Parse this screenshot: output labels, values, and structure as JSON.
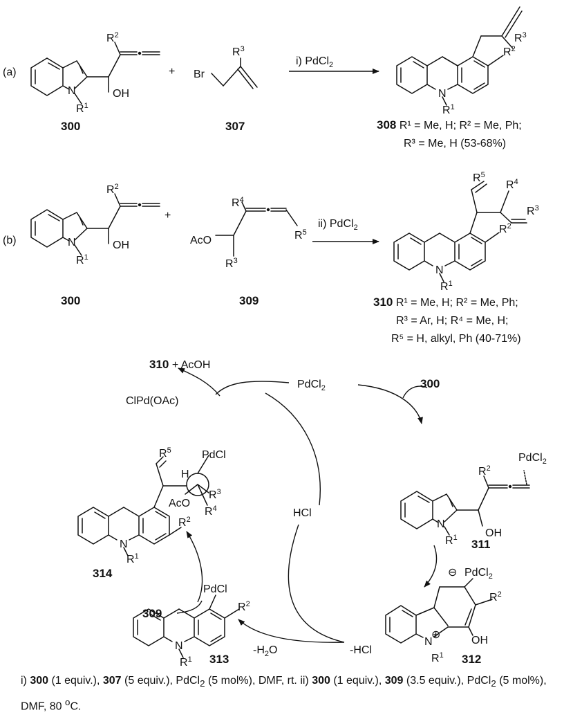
{
  "scheme": {
    "label_a": "(a)",
    "label_b": "(b)",
    "plus": "+",
    "reagent_i": "i) PdCl",
    "reagent_ii": "ii) PdCl",
    "subscript_2": "2",
    "compounds": {
      "c300": "300",
      "c307": "307",
      "c308": "308",
      "c309": "309",
      "c310": "310",
      "c311": "311",
      "c312": "312",
      "c313": "313",
      "c314": "314"
    },
    "atoms": {
      "N": "N",
      "R": "R",
      "OH": "OH",
      "Br": "Br",
      "AcO": "AcO",
      "H": "H",
      "PdCl": "PdCl",
      "PdCl2": "PdCl"
    },
    "product_308_line1": " R¹ = Me, H; R² = Me, Ph;",
    "product_308_line2": "R³ = Me, H (53-68%)",
    "product_310_line1": " R¹ = Me, H; R² = Me, Ph;",
    "product_310_line2": "R³ = Ar, H; R⁴ = Me, H;",
    "product_310_line3": "R⁵ = H, alkyl, Ph (40-71%)",
    "cycle": {
      "out_product": "310 + AcOH",
      "catalyst": "PdCl",
      "clpd": "ClPd(OAc)",
      "hcl": "HCl",
      "minus_hcl": "-HCl",
      "minus_h2o": "-H",
      "minus_h2o_tail": "O",
      "charge_minus": "⊖",
      "charge_plus": "⊕"
    },
    "conditions": {
      "part1": "i) ",
      "c300": "300",
      "part2": " (1 equiv.), ",
      "c307": "307",
      "part3": " (5 equiv.), PdCl",
      "part4": " (5 mol%), DMF, rt. ii) ",
      "c300b": "300",
      "part5": " (1 equiv.), ",
      "c309": "309",
      "part6": " (3.5 equiv.), PdCl",
      "part7": " (5 mol%), DMF, 80 ",
      "deg": "o",
      "part8": "C."
    }
  }
}
